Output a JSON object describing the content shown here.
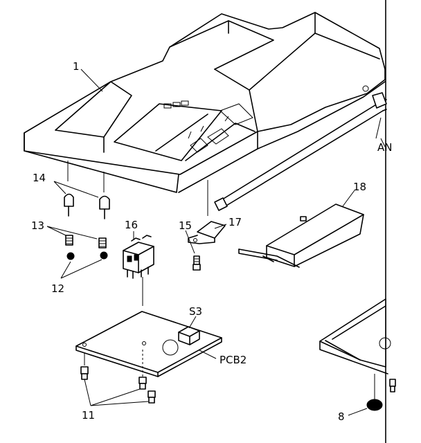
{
  "diagram": {
    "callouts": {
      "c1": "1",
      "c14": "14",
      "c13": "13",
      "c12": "12",
      "c16": "16",
      "c15": "15",
      "c17": "17",
      "c18": "18",
      "cAN": "AN",
      "cS3": "S3",
      "cPCB2": "PCB2",
      "c11": "11",
      "c8": "8"
    }
  }
}
